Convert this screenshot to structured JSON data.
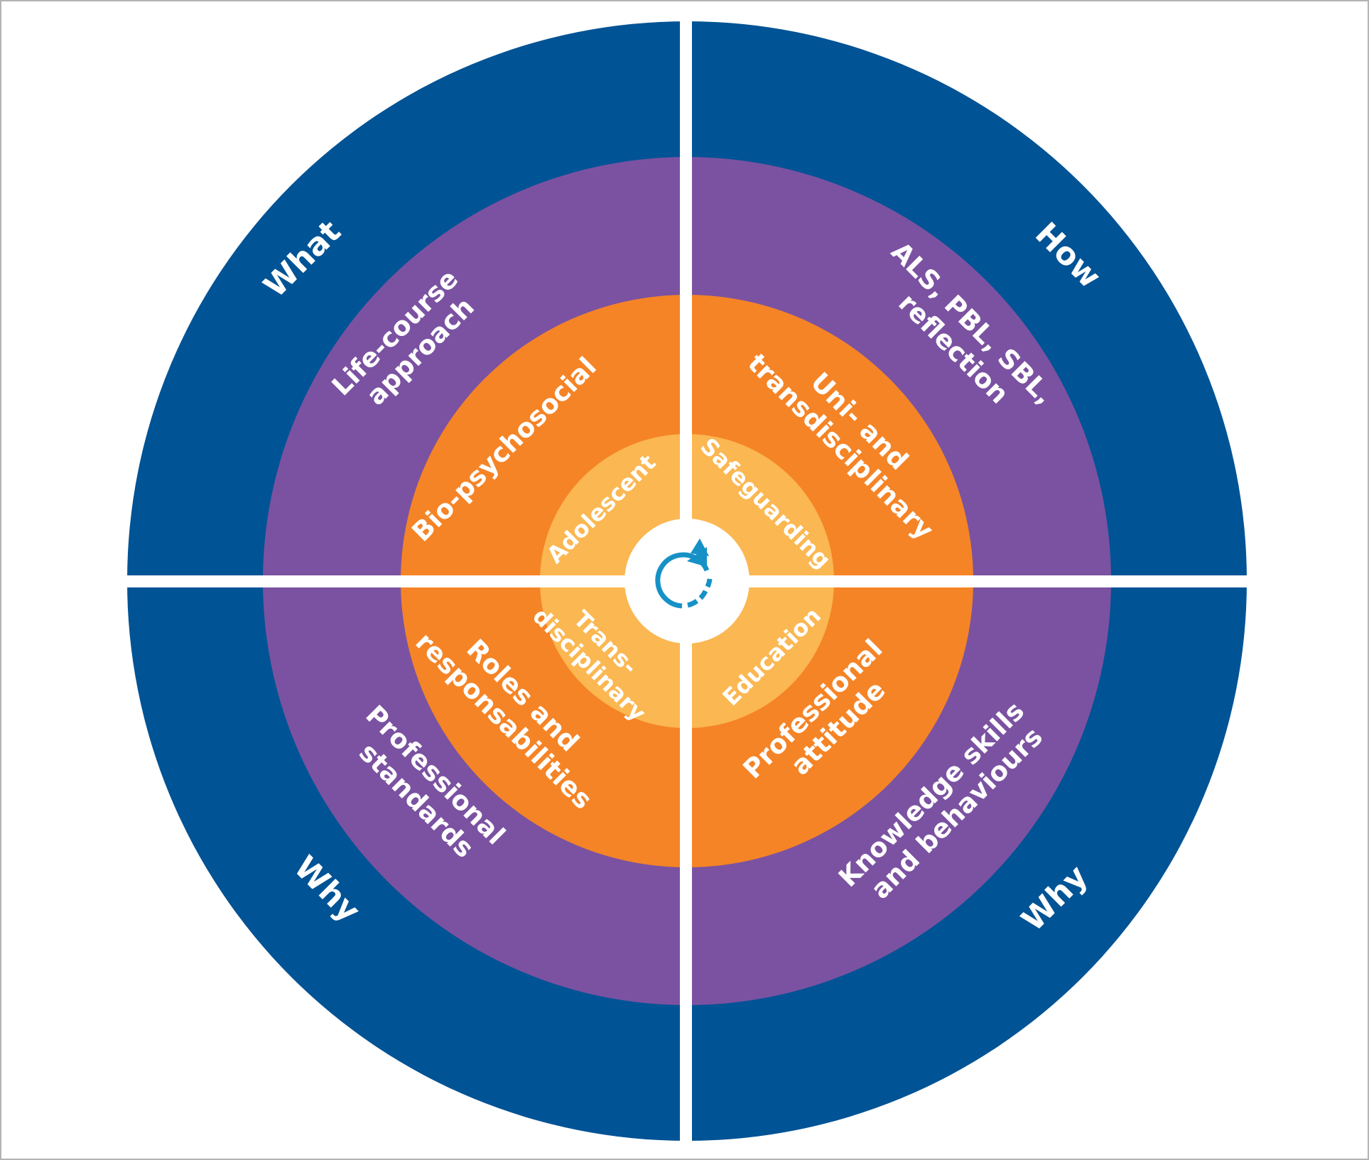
{
  "colors": {
    "outer_ring": "#005395",
    "middle_ring": "#7b52a1",
    "inner_ring": "#f58426",
    "core_ring": "#fbb751",
    "center": "#ffffff",
    "border": "#b3b3b3",
    "cycle_icon": "#1691c7"
  },
  "center_icon": "cycle-arrow-icon",
  "quadrants": {
    "top_left": {
      "outer": "What",
      "middle": [
        "Life-course",
        "approach"
      ],
      "inner": [
        "Bio-psychosocial"
      ],
      "core": [
        "Adolescent"
      ]
    },
    "top_right": {
      "outer": "How",
      "middle": [
        "ALS, PBL, SBL,",
        "reflection"
      ],
      "inner": [
        "Uni- and",
        "transdisciplinary"
      ],
      "core": [
        "Safeguarding"
      ]
    },
    "bottom_left": {
      "outer": "Why",
      "middle": [
        "Professional",
        "standards"
      ],
      "inner": [
        "Roles and",
        "responsabilities"
      ],
      "core": [
        "Trans-",
        "disciplinary"
      ]
    },
    "bottom_right": {
      "outer": "Why",
      "middle": [
        "Knowledge skills",
        "and behaviours"
      ],
      "inner": [
        "Professional",
        "attitude"
      ],
      "core": [
        "Education"
      ]
    }
  }
}
